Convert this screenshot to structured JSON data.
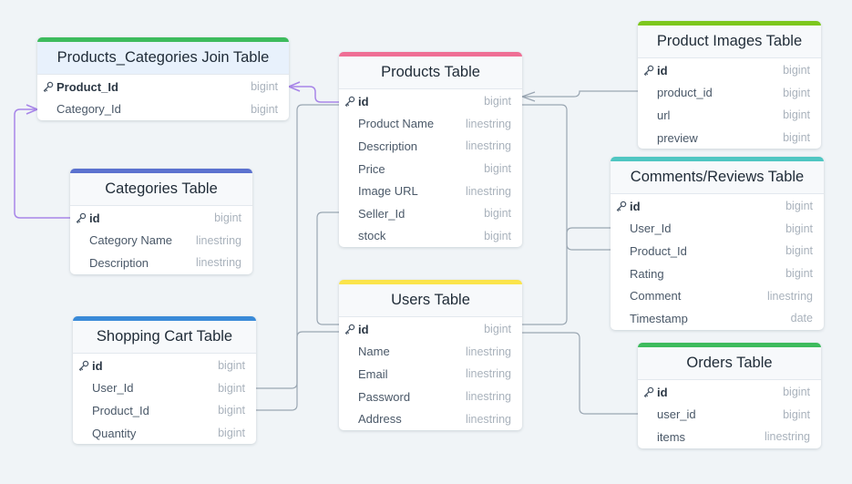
{
  "colors": {
    "background": "#f0f4f7",
    "connector": "#9aa6b2",
    "selected_connector": "#a785e8"
  },
  "tables": [
    {
      "name": "Products_Categories Join Table",
      "color": "#3dbb5d",
      "selected": true,
      "fields": [
        {
          "name": "Product_Id",
          "type": "bigint",
          "pk": true
        },
        {
          "name": "Category_Id",
          "type": "bigint",
          "pk": false
        }
      ]
    },
    {
      "name": "Products Table",
      "color": "#ef6f95",
      "selected": false,
      "fields": [
        {
          "name": "id",
          "type": "bigint",
          "pk": true
        },
        {
          "name": "Product Name",
          "type": "linestring",
          "pk": false
        },
        {
          "name": "Description",
          "type": "linestring",
          "pk": false
        },
        {
          "name": "Price",
          "type": "bigint",
          "pk": false
        },
        {
          "name": "Image URL",
          "type": "linestring",
          "pk": false
        },
        {
          "name": "Seller_Id",
          "type": "bigint",
          "pk": false
        },
        {
          "name": "stock",
          "type": "bigint",
          "pk": false
        }
      ]
    },
    {
      "name": "Product Images Table",
      "color": "#7dc71d",
      "selected": false,
      "fields": [
        {
          "name": "id",
          "type": "bigint",
          "pk": true
        },
        {
          "name": "product_id",
          "type": "bigint",
          "pk": false
        },
        {
          "name": "url",
          "type": "bigint",
          "pk": false
        },
        {
          "name": "preview",
          "type": "bigint",
          "pk": false
        }
      ]
    },
    {
      "name": "Comments/Reviews Table",
      "color": "#4fc6c2",
      "selected": false,
      "fields": [
        {
          "name": "id",
          "type": "bigint",
          "pk": true
        },
        {
          "name": "User_Id",
          "type": "bigint",
          "pk": false
        },
        {
          "name": "Product_Id",
          "type": "bigint",
          "pk": false
        },
        {
          "name": "Rating",
          "type": "bigint",
          "pk": false
        },
        {
          "name": "Comment",
          "type": "linestring",
          "pk": false
        },
        {
          "name": "Timestamp",
          "type": "date",
          "pk": false
        }
      ]
    },
    {
      "name": "Categories Table",
      "color": "#5c72cf",
      "selected": false,
      "fields": [
        {
          "name": "id",
          "type": "bigint",
          "pk": true
        },
        {
          "name": "Category Name",
          "type": "linestring",
          "pk": false
        },
        {
          "name": "Description",
          "type": "linestring",
          "pk": false
        }
      ]
    },
    {
      "name": "Users Table",
      "color": "#fbe44b",
      "selected": false,
      "fields": [
        {
          "name": "id",
          "type": "bigint",
          "pk": true
        },
        {
          "name": "Name",
          "type": "linestring",
          "pk": false
        },
        {
          "name": "Email",
          "type": "linestring",
          "pk": false
        },
        {
          "name": "Password",
          "type": "linestring",
          "pk": false
        },
        {
          "name": "Address",
          "type": "linestring",
          "pk": false
        }
      ]
    },
    {
      "name": "Shopping Cart Table",
      "color": "#3a8ad8",
      "selected": false,
      "fields": [
        {
          "name": "id",
          "type": "bigint",
          "pk": true
        },
        {
          "name": "User_Id",
          "type": "bigint",
          "pk": false
        },
        {
          "name": "Product_Id",
          "type": "bigint",
          "pk": false
        },
        {
          "name": "Quantity",
          "type": "bigint",
          "pk": false
        }
      ]
    },
    {
      "name": "Orders Table",
      "color": "#3dbb5d",
      "selected": false,
      "fields": [
        {
          "name": "id",
          "type": "bigint",
          "pk": true
        },
        {
          "name": "user_id",
          "type": "bigint",
          "pk": false
        },
        {
          "name": "items",
          "type": "linestring",
          "pk": false
        }
      ]
    }
  ]
}
